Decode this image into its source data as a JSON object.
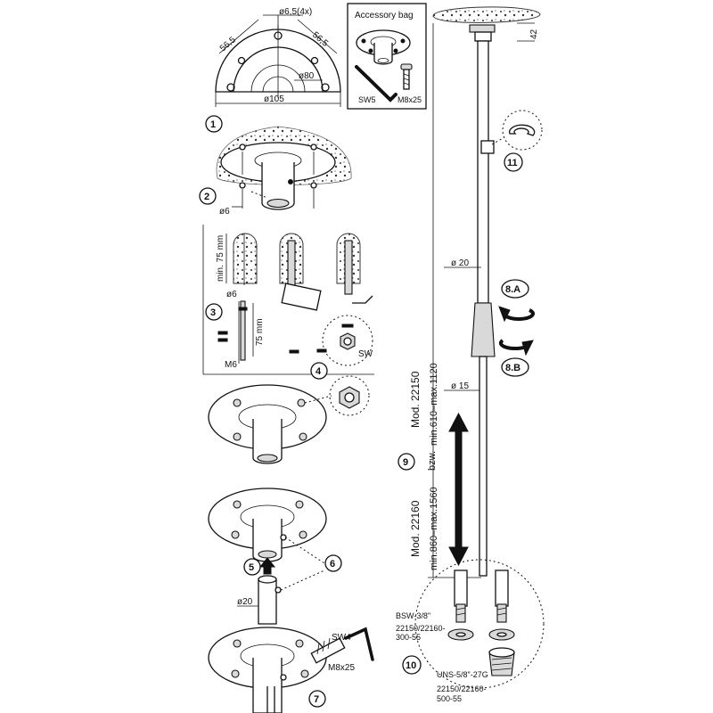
{
  "accessory_bag": {
    "title": "Accessory bag",
    "key_label": "SW5",
    "screw_label": "M8x25"
  },
  "plate_dims": {
    "hole": "ø6,5(4x)",
    "left": "56,5",
    "right": "56,5",
    "inner": "ø80",
    "outer": "ø105"
  },
  "drill": {
    "dia_label": "ø6",
    "depth_label": "min. 75 mm",
    "dia_label2": "ø6"
  },
  "bolt": {
    "len_label": "75 mm",
    "thread_label": "M6",
    "sw_label": "SW"
  },
  "tube_insert": {
    "dia_label": "ø20"
  },
  "step7": {
    "key_label": "SW4",
    "screw_label": "M8x25"
  },
  "pole": {
    "top_dim": "42",
    "upper_dia": "ø 20",
    "lower_dia": "ø 15",
    "mod_a": "Mod. 22150",
    "range_a": "min.610–max.1120",
    "bzw": "bzw.",
    "mod_b": "Mod. 22160",
    "range_b": "min.860–max.1560"
  },
  "threads": {
    "a_name": "BSW-3/8\"",
    "a_codes": "22150/22160-",
    "a_codes2": "300-55",
    "b_name": "UNS-5/8\"-27G",
    "b_codes": "22150/22160-",
    "b_codes2": "500-55"
  },
  "steps": [
    "1",
    "2",
    "3",
    "4",
    "5",
    "6",
    "7",
    "8.A",
    "8.B",
    "9",
    "10",
    "11"
  ],
  "icons": [
    "allen-key-icon",
    "screw-icon",
    "rotate-left-icon",
    "rotate-right-icon",
    "double-arrow-icon",
    "insert-arrow-icon",
    "clip-icon"
  ]
}
